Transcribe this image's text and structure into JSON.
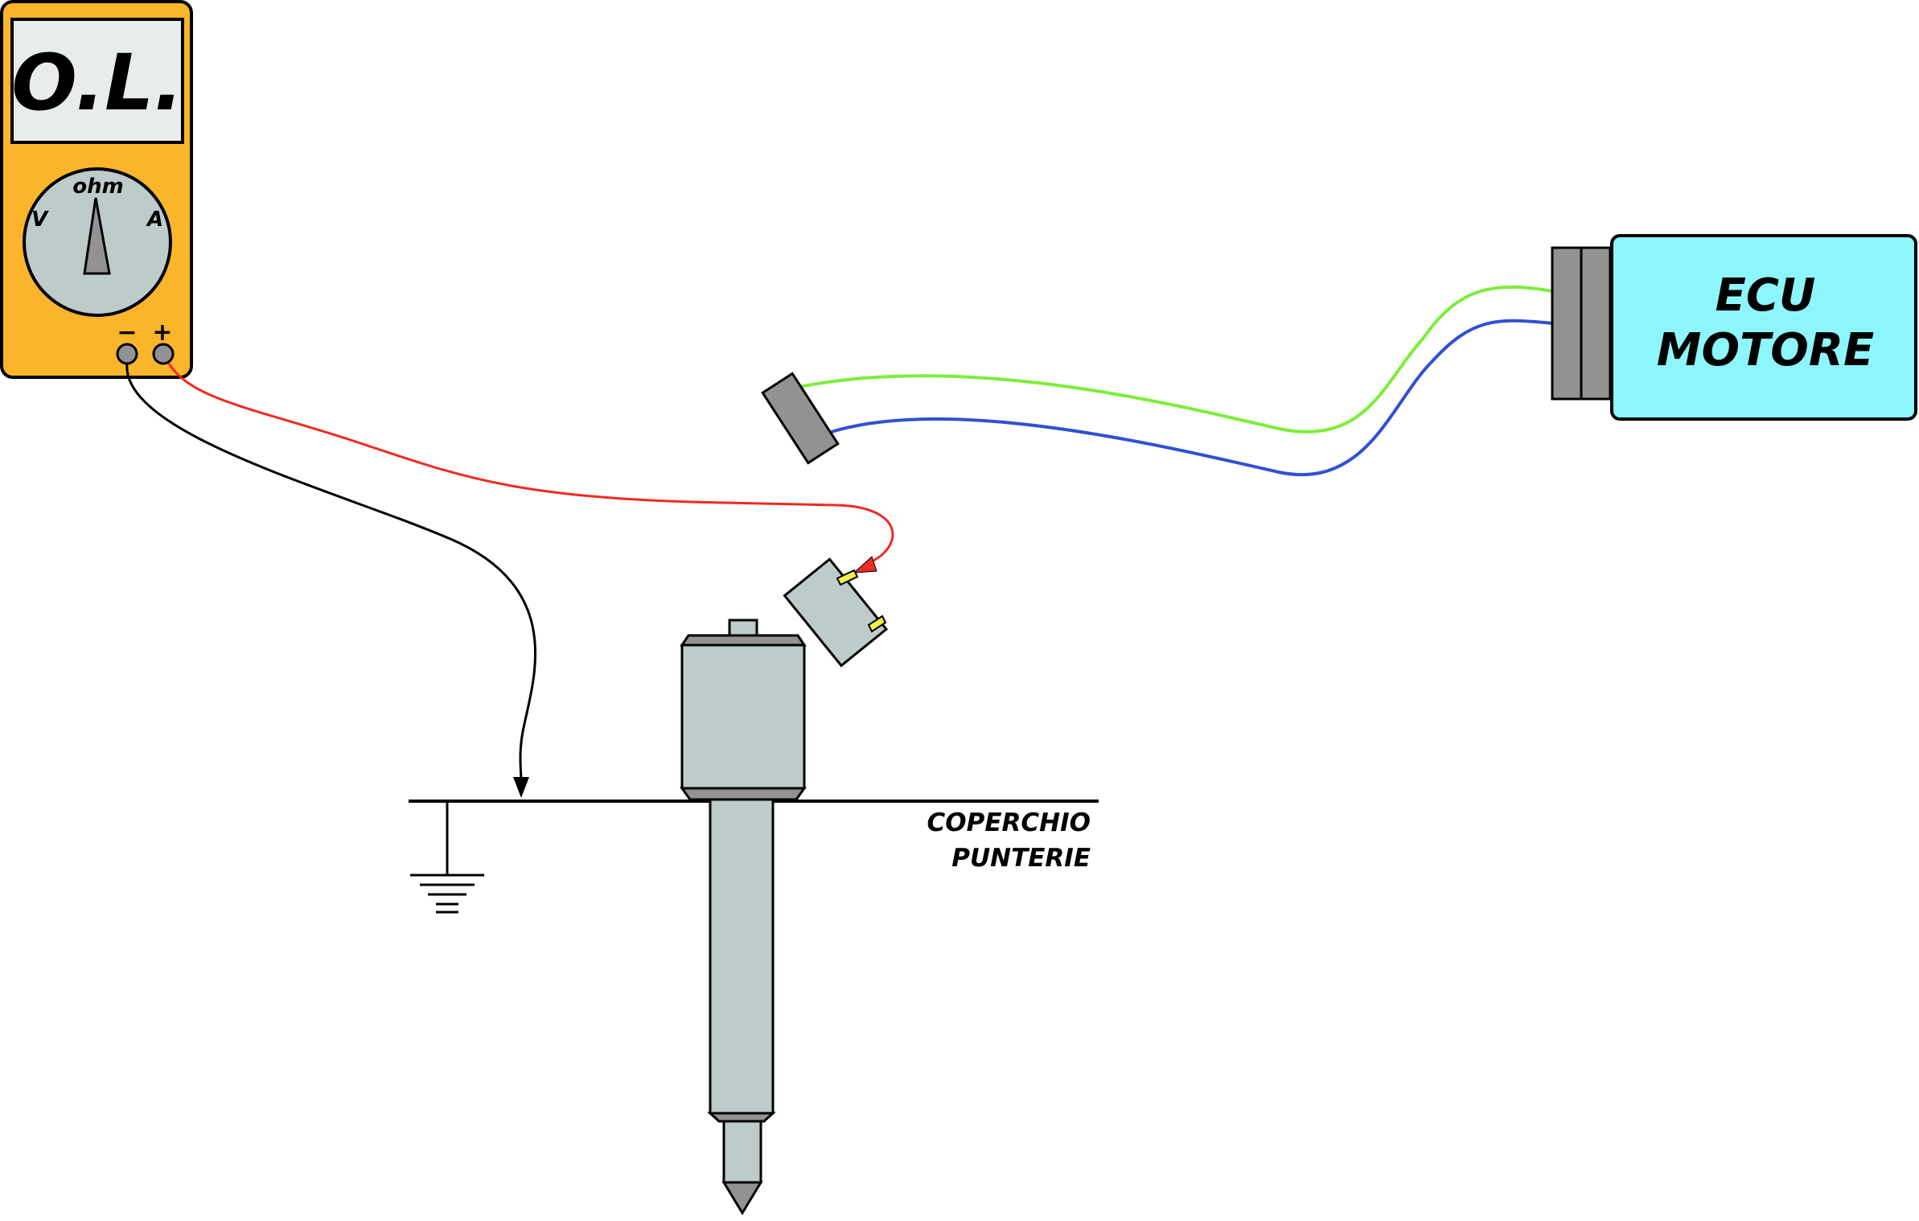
{
  "multimeter": {
    "display": "O.L.",
    "dial": {
      "top": "ohm",
      "left": "V",
      "right": "A"
    },
    "terminals": {
      "negative": "−",
      "positive": "+"
    }
  },
  "ecu": {
    "line1": "ECU",
    "line2": "MOTORE"
  },
  "cover": {
    "line1": "COPERCHIO",
    "line2": "PUNTERIE"
  },
  "colors": {
    "multimeter_body": "#fbb52a",
    "ecu_body": "#8df6fc",
    "injector_body": "#bdcbca",
    "connector_grey": "#929292",
    "red_lead": "#ee2b24",
    "black_lead": "#000000",
    "green_wire": "#7cee3a",
    "blue_wire": "#3150d3",
    "pin_yellow": "#eef24a"
  }
}
